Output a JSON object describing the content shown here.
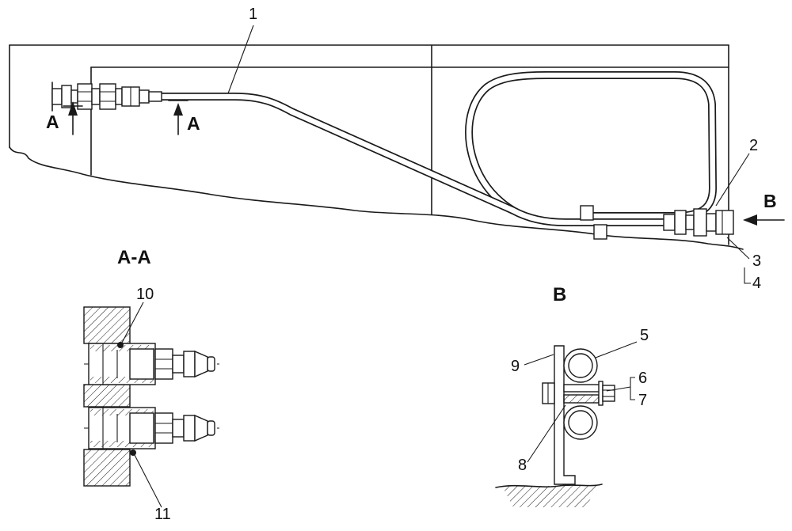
{
  "colors": {
    "ink": "#1a1a1a",
    "paper": "#ffffff"
  },
  "figure": {
    "callouts": {
      "c1": "1",
      "c2": "2",
      "c3": "3",
      "c4": "4",
      "c5": "5",
      "c6": "6",
      "c7": "7",
      "c8": "8",
      "c9": "9",
      "c10": "10",
      "c11": "11"
    },
    "labels": {
      "section_arrow_a": "A",
      "section_aa_title": "A-A",
      "view_b_title": "B",
      "view_arrow_b": "B"
    }
  }
}
